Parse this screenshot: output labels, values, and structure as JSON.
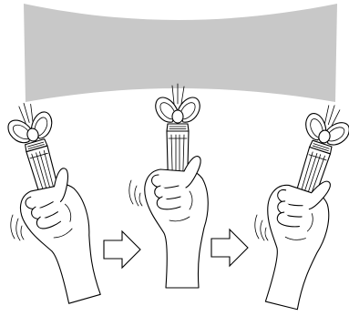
{
  "figure": {
    "screen_color": "#c8c8c8",
    "line_color": "#000000",
    "steps": [
      {
        "id": "step-1",
        "gesture": "hand-tilted-left"
      },
      {
        "id": "step-2",
        "gesture": "hand-upright"
      },
      {
        "id": "step-3",
        "gesture": "hand-tilted-right"
      }
    ],
    "transition_arrows": [
      "arrow-right",
      "arrow-right"
    ]
  }
}
